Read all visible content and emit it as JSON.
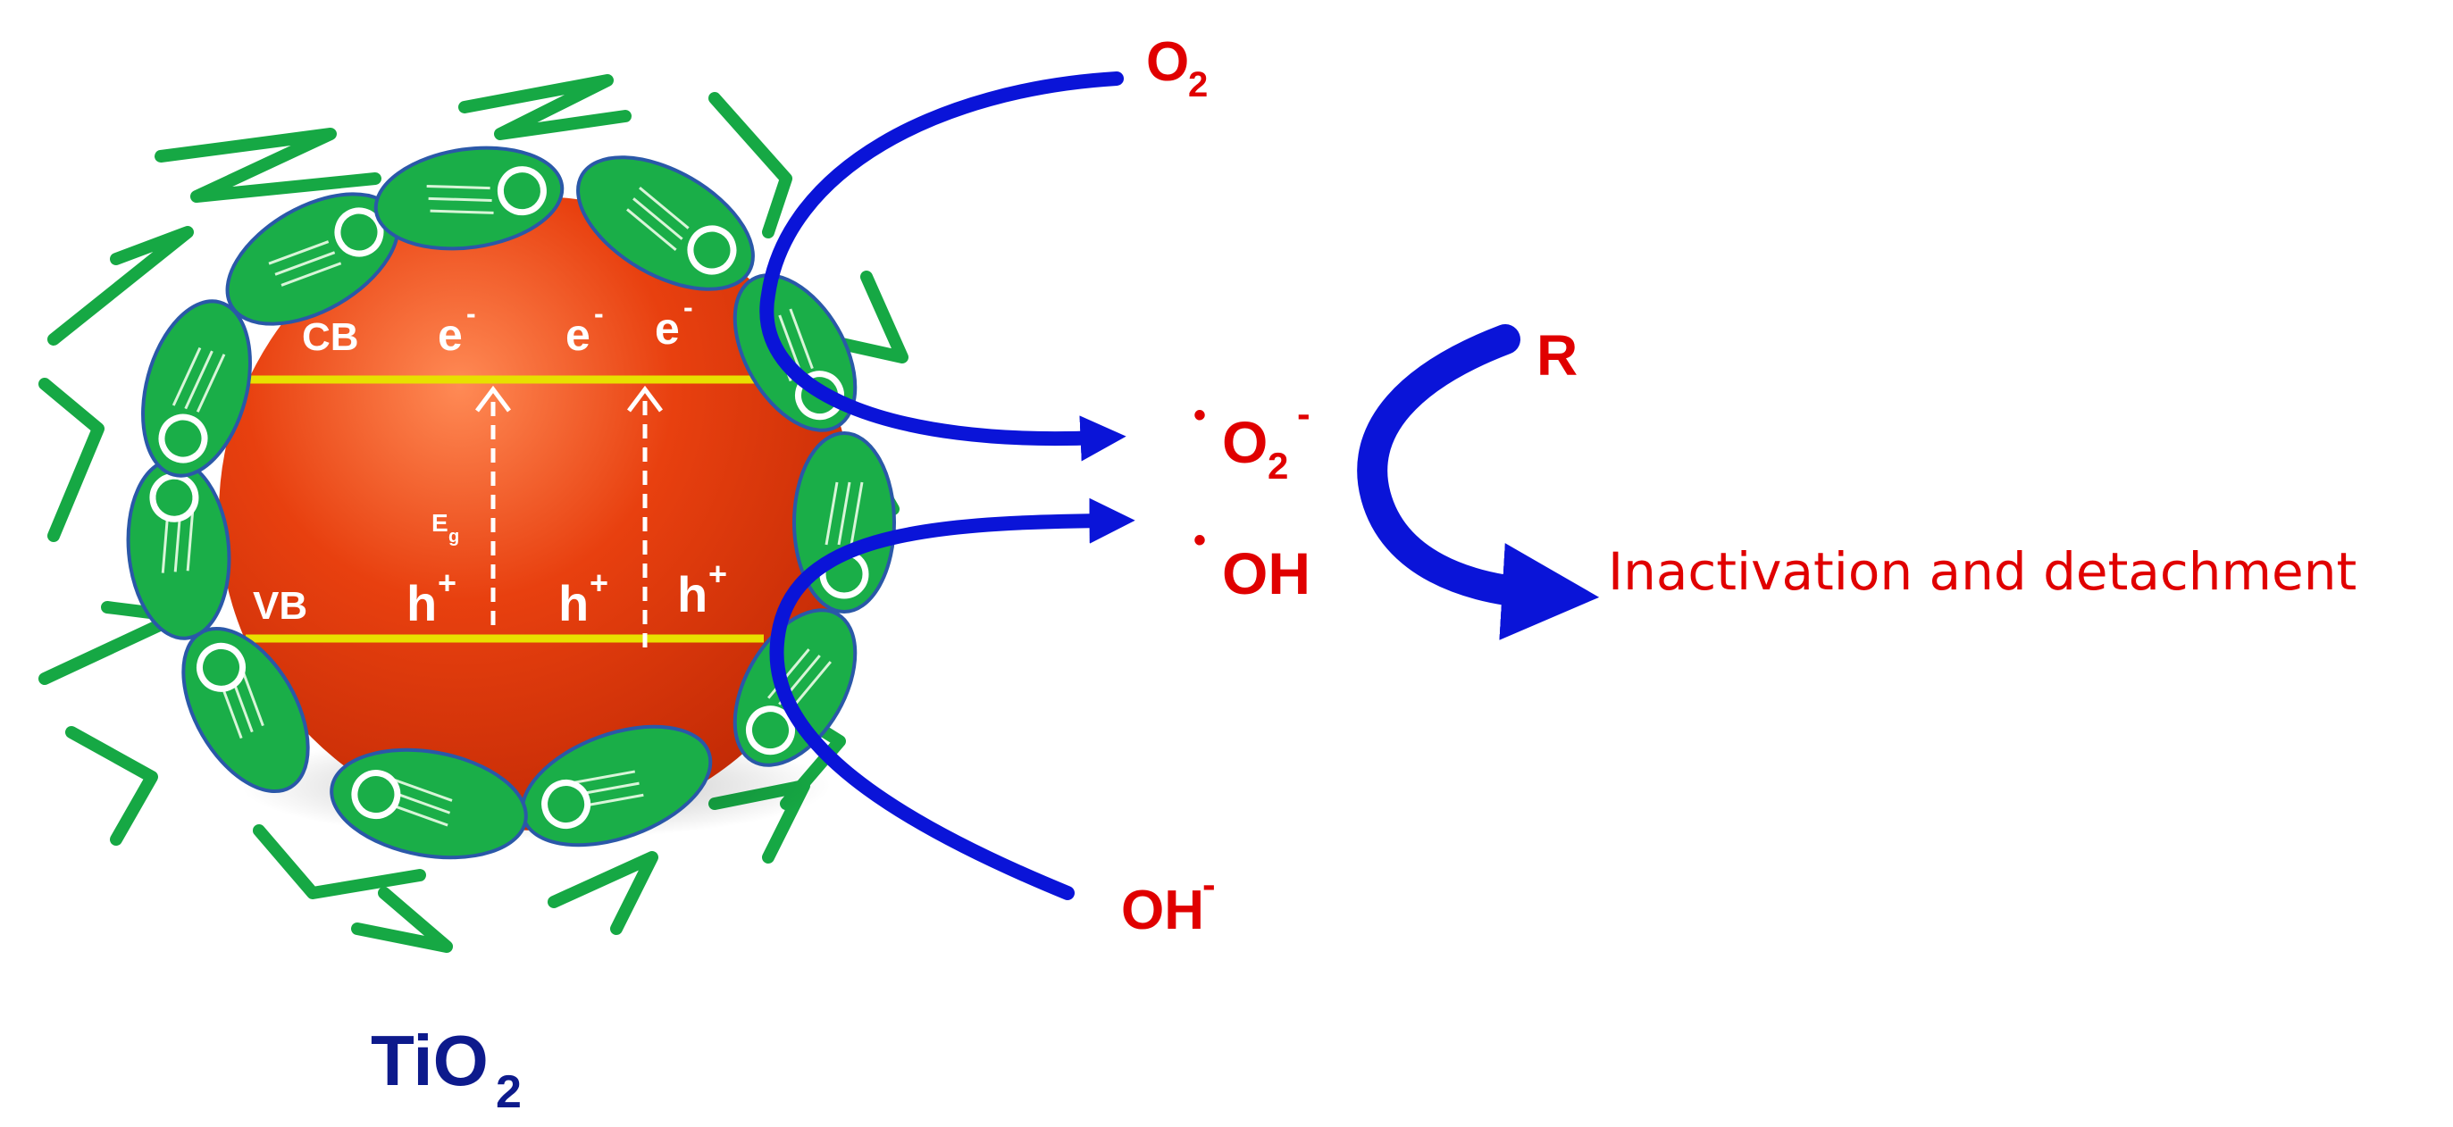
{
  "labels": {
    "o2": "O",
    "o2_sub": "2",
    "superoxide_dot": "•",
    "superoxide": "O",
    "superoxide_sub": "2",
    "superoxide_sup": "-",
    "hydroxyl_dot": "•",
    "hydroxyl": "OH",
    "hydroxide": "OH",
    "hydroxide_sup": "-",
    "r": "R",
    "result": "Inactivation and detachment",
    "cb": "CB",
    "vb": "VB",
    "electron": "e",
    "electron_sup": "-",
    "hole": "h",
    "hole_sup": "+",
    "eg": "E",
    "eg_sub": "g",
    "tio2": "TiO",
    "tio2_sub": "2"
  },
  "icons": {
    "particle": "tio2-sphere-icon",
    "bacterium": "bacterium-icon",
    "arrow": "curved-arrow-icon"
  },
  "colors": {
    "particle": "#e03a0c",
    "particle_highlight": "#ff8a55",
    "band_line": "#e8e000",
    "bacteria_fill": "#1aae48",
    "bacteria_stroke": "#2a58a8",
    "flagella": "#16a844",
    "arrow": "#0a14d8",
    "label_red": "#e00000",
    "label_navy": "#0d1a8c"
  }
}
